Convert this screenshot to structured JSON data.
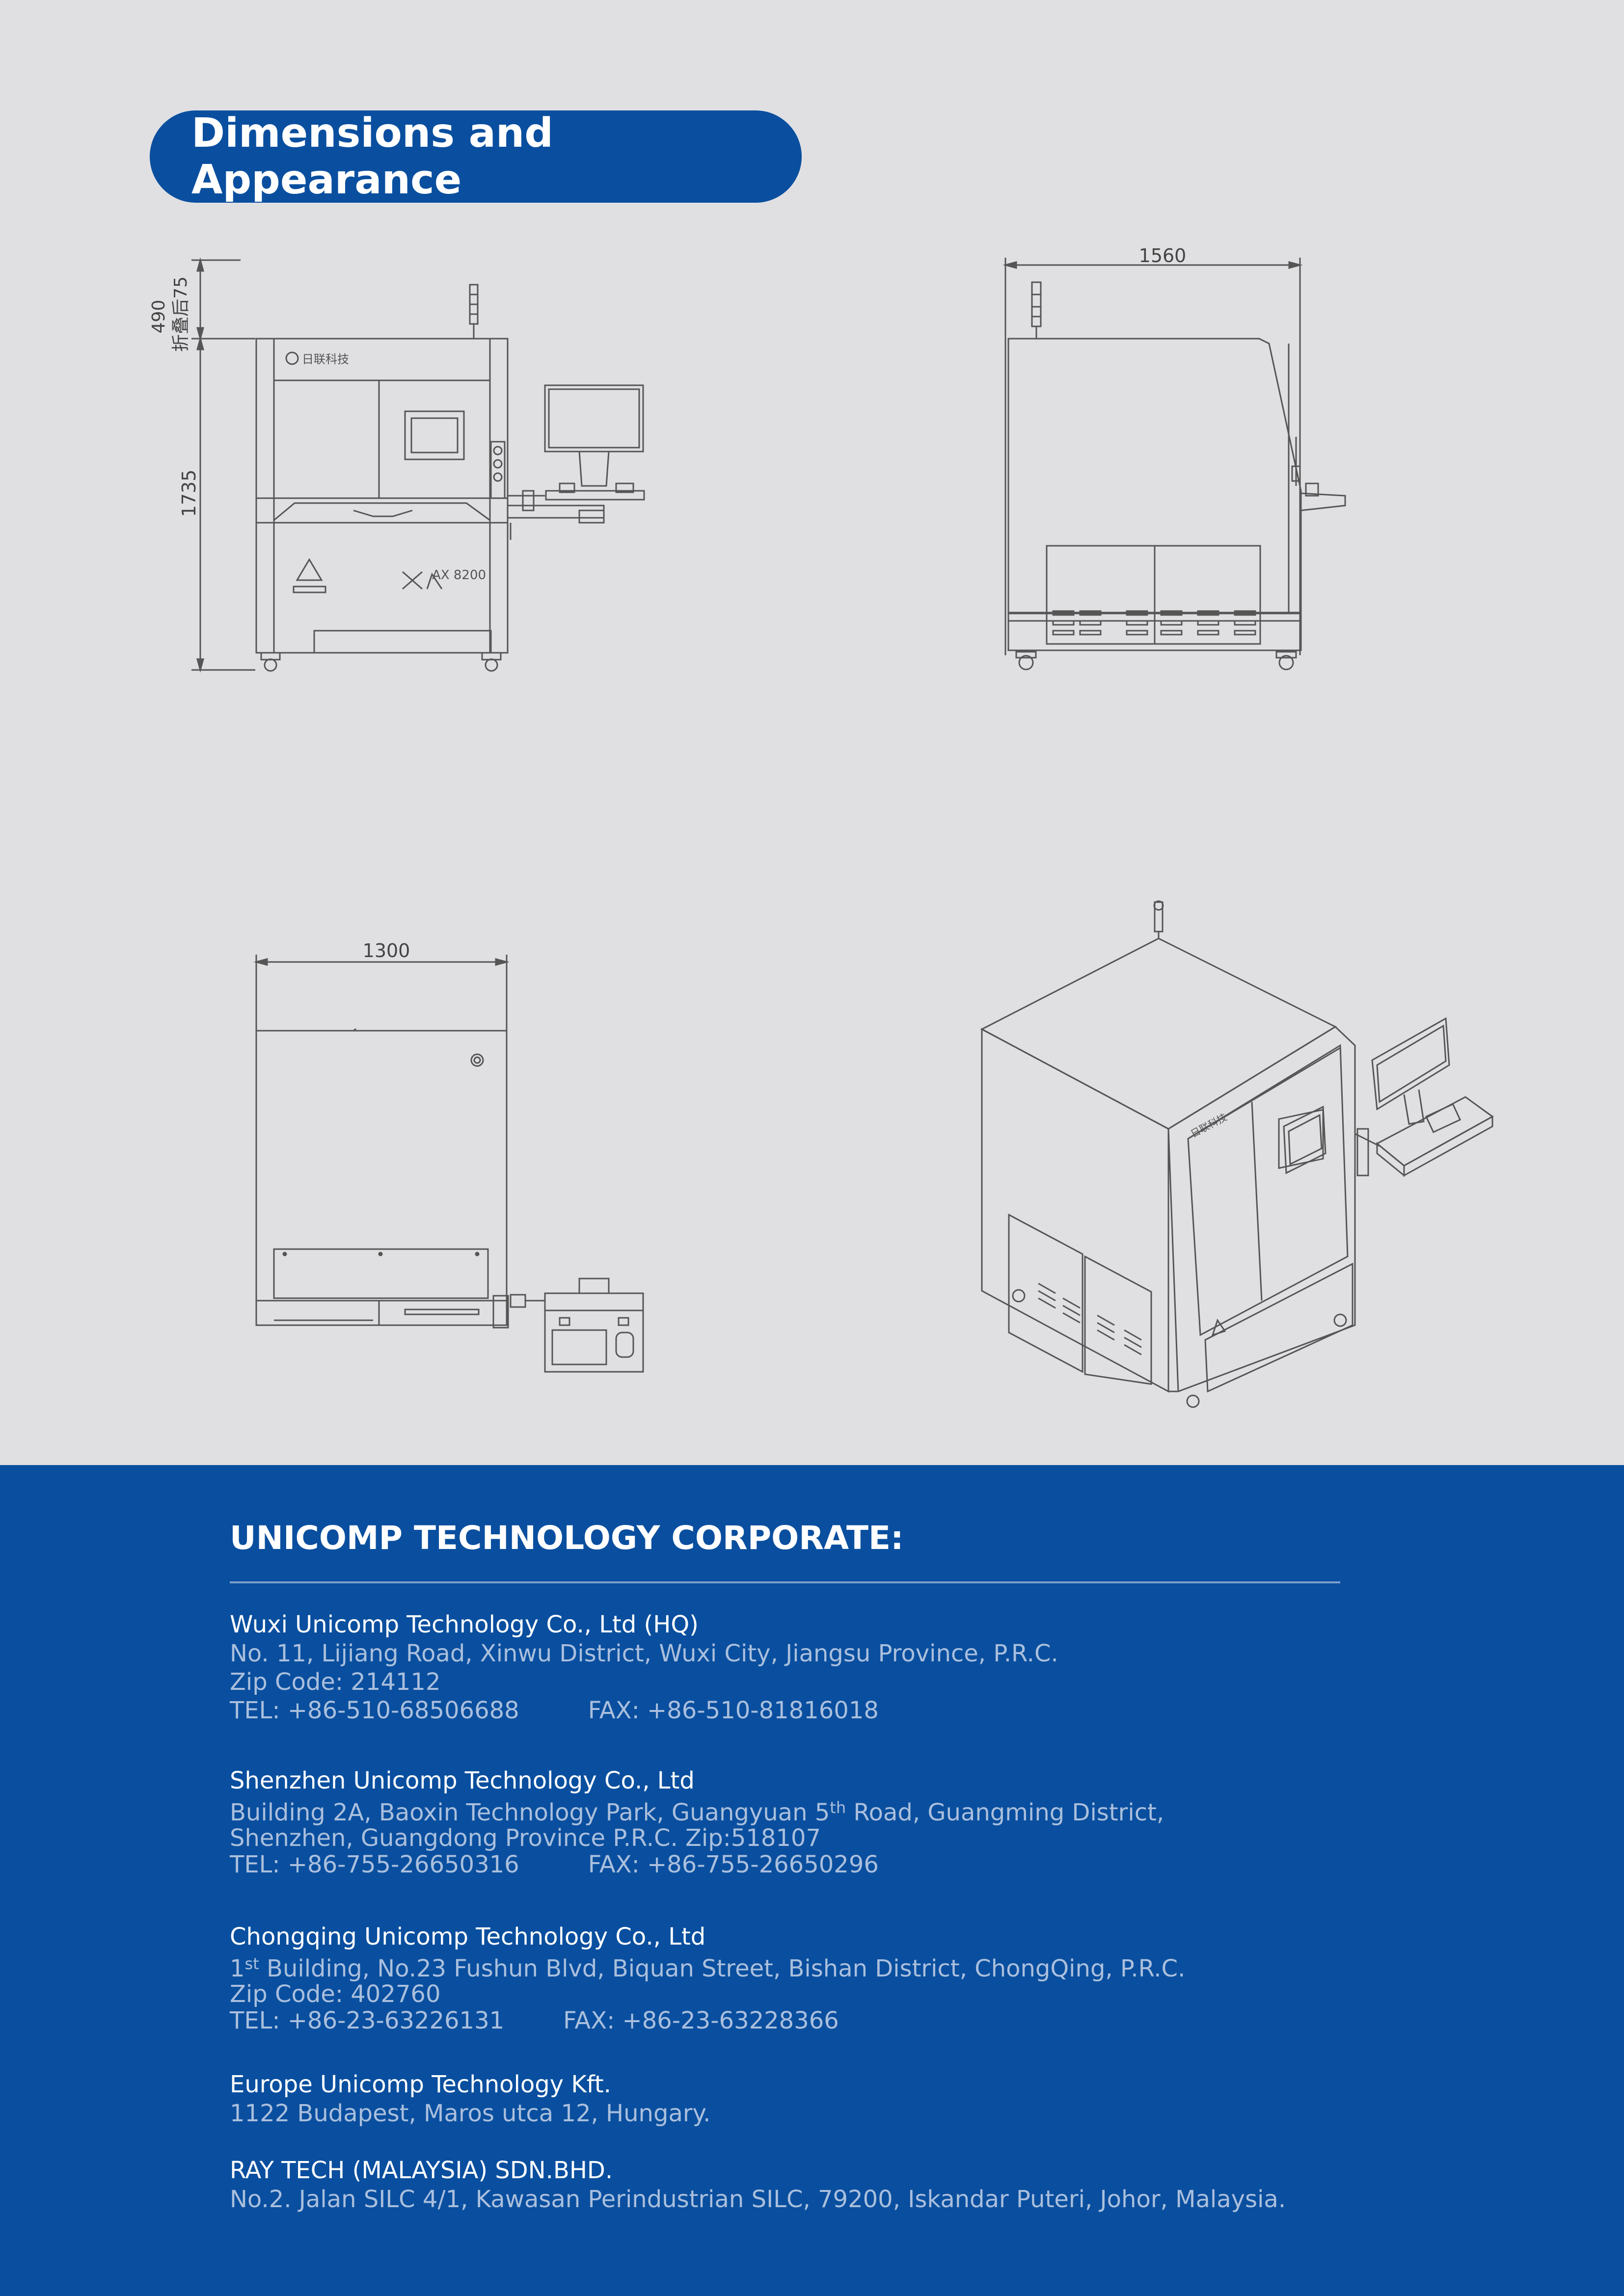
{
  "header": {
    "title": "Dimensions and Appearance"
  },
  "drawings": {
    "front": {
      "dim_top": "折叠后75",
      "dim_top_value": "490",
      "dim_height": "1735",
      "model_label": "AX 8200"
    },
    "side": {
      "dim_width": "1560"
    },
    "top_view": {
      "dim_width": "1300"
    },
    "logo_text": "日联科技"
  },
  "footer": {
    "company": "UNICOMP TECHNOLOGY CORPORATE:",
    "offices": [
      {
        "name": "Wuxi Unicomp Technology Co., Ltd (HQ)",
        "address": "No. 11, Lijiang Road, Xinwu District, Wuxi City, Jiangsu Province, P.R.C.",
        "zip": "Zip Code: 214112",
        "tel": "TEL: +86-510-68506688",
        "fax": "FAX: +86-510-81816018"
      },
      {
        "name": "Shenzhen Unicomp Technology Co., Ltd",
        "address_pre": "Building 2A, Baoxin Technology Park, Guangyuan 5",
        "address_sup": "th",
        "address_post": " Road,  Guangming District,",
        "address2": "Shenzhen, Guangdong Province P.R.C.   Zip:518107",
        "tel": "TEL: +86-755-26650316",
        "fax": "FAX: +86-755-26650296"
      },
      {
        "name": "Chongqing Unicomp Technology Co., Ltd",
        "address_pre": "1",
        "address_sup": "st",
        "address_post": "  Building,  No.23 Fushun Blvd, Biquan Street, Bishan District, ChongQing, P.R.C.",
        "zip": "Zip Code: 402760",
        "tel": "TEL: +86-23-63226131",
        "fax": "FAX: +86-23-63228366"
      },
      {
        "name": "Europe Unicomp Technology Kft.",
        "address": "1122 Budapest, Maros utca 12, Hungary."
      },
      {
        "name": "RAY TECH (MALAYSIA) SDN.BHD.",
        "address": "No.2. Jalan SILC 4/1, Kawasan Perindustrian SILC, 79200, Iskandar Puteri, Johor, Malaysia."
      }
    ]
  }
}
